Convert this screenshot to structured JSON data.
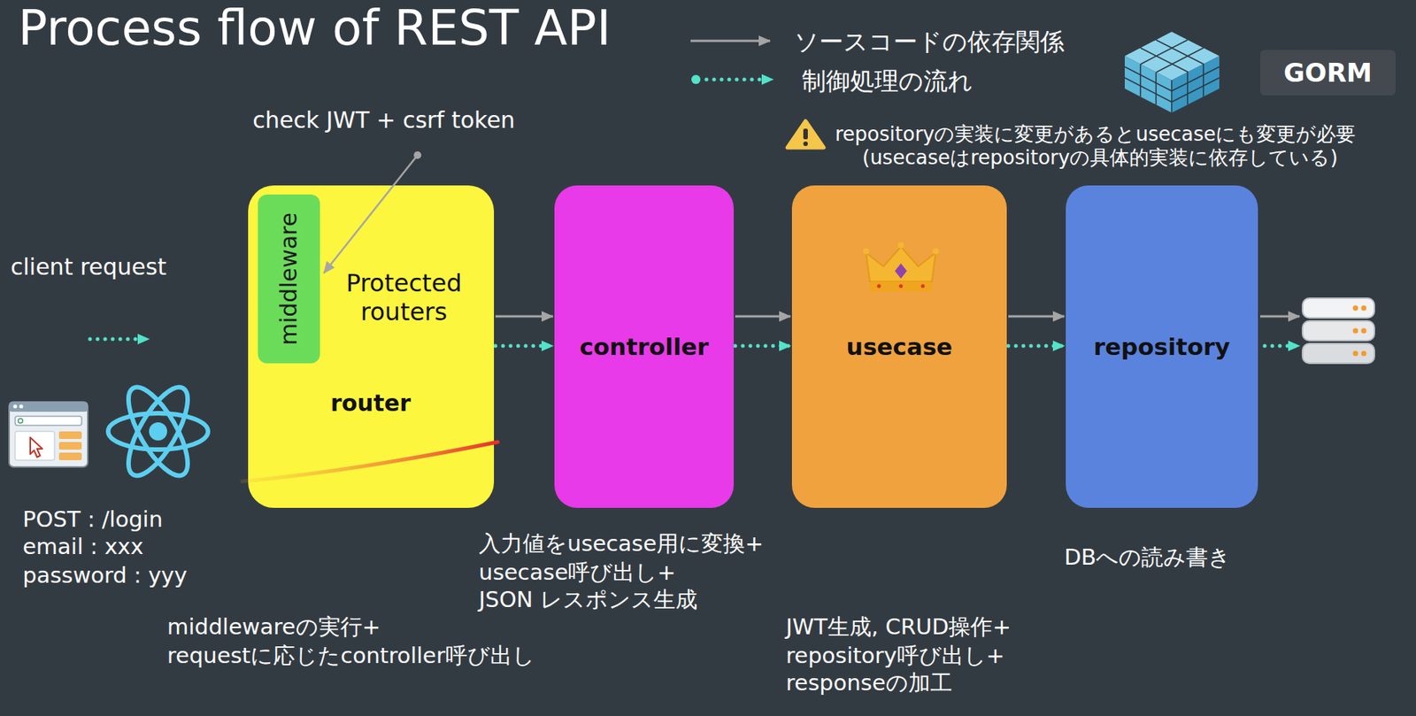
{
  "diagram": {
    "title": "Process flow of REST API",
    "nodes": [
      {
        "text": [
          "Protected routers",
          "router"
        ]
      },
      {
        "text": [
          "middleware"
        ],
        "in": 0
      },
      {
        "text": [
          "controller"
        ]
      },
      {
        "text": [
          "usecase"
        ]
      },
      {
        "text": [
          "repository"
        ]
      },
      {
        "text": [
          "GORM"
        ]
      }
    ],
    "edges": [
      {
        "from": 0,
        "to": 2,
        "arrow": "to"
      },
      {
        "from": 0,
        "to": 2,
        "arrow": "to"
      },
      {
        "from": 2,
        "to": 3,
        "arrow": "to"
      },
      {
        "from": 2,
        "to": 3,
        "arrow": "to"
      },
      {
        "from": 3,
        "to": 4,
        "arrow": "to"
      },
      {
        "from": 3,
        "to": 4,
        "arrow": "to"
      }
    ],
    "labels": [
      "check JWT + csrf token",
      "repositoryの実装に変更があるとusecaseにも変更が必要",
      "(usecaseはrepositoryの具体的実装に依存している)",
      "client request",
      "POST : /login",
      "email : xxx",
      "password : yyy",
      "入力値をusecase用に変換+",
      "usecase呼び出し+",
      "JSON レスポンス生成",
      "DBへの読み書き",
      "middlewareの実行+",
      "requestに応じたcontroller呼び出し",
      "JWT生成, CRUD操作+",
      "repository呼び出し+",
      "responseの加工"
    ],
    "legend": [
      {
        "text": "ソースコードの依存関係"
      },
      {
        "text": "制御処理の流れ"
      }
    ]
  }
}
